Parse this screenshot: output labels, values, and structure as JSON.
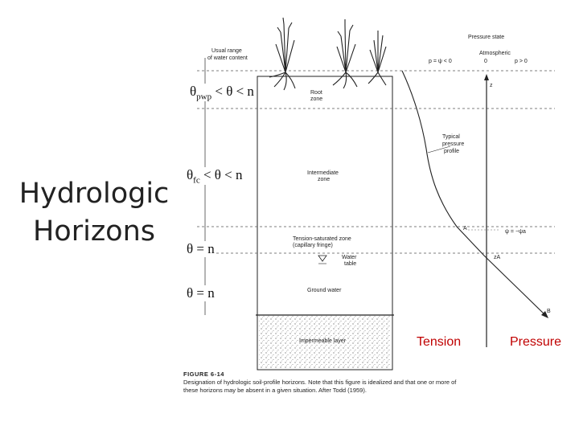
{
  "title": {
    "line1": "Hydrologic",
    "line2": "Horizons"
  },
  "conditions": {
    "root": {
      "theta": "θ",
      "sub": "pwp",
      "rest": " < θ < n"
    },
    "intermediate": {
      "theta": "θ",
      "sub": "fc",
      "rest": " < θ < n"
    },
    "capillary": "θ = n",
    "groundwater": "θ = n"
  },
  "figure": {
    "usual_range": [
      "Usual range",
      "of water content"
    ],
    "pressure_state": "Pressure state",
    "atmospheric": "Atmospheric",
    "neg_pressure": "p = ψ < 0",
    "zero": "0",
    "pos_pressure": "p > 0",
    "z_label": "z",
    "zone_root": [
      "Root",
      "zone"
    ],
    "zone_intermediate": [
      "Intermediate",
      "zone"
    ],
    "zone_tension": [
      "Tension-saturated zone",
      "(capillary fringe)"
    ],
    "water_table": [
      "Water",
      "table"
    ],
    "zone_groundwater": "Ground water",
    "impermeable": "Impermeable layer",
    "typical_profile": [
      "Typical",
      "pressure",
      "profile"
    ],
    "point_a": "A",
    "point_b": "B",
    "psi_a": "ψ = −ψa",
    "z_a": "zA",
    "caption_fig": "FIGURE 6-14",
    "caption_text": "Designation of hydrologic soil-profile horizons. Note that this figure is idealized and that one or more of these horizons may be absent in a given situation. After Todd (1959)."
  },
  "axis_labels": {
    "tension": "Tension",
    "pressure": "Pressure"
  },
  "colors": {
    "accent": "#c00000",
    "ink": "#111111"
  }
}
